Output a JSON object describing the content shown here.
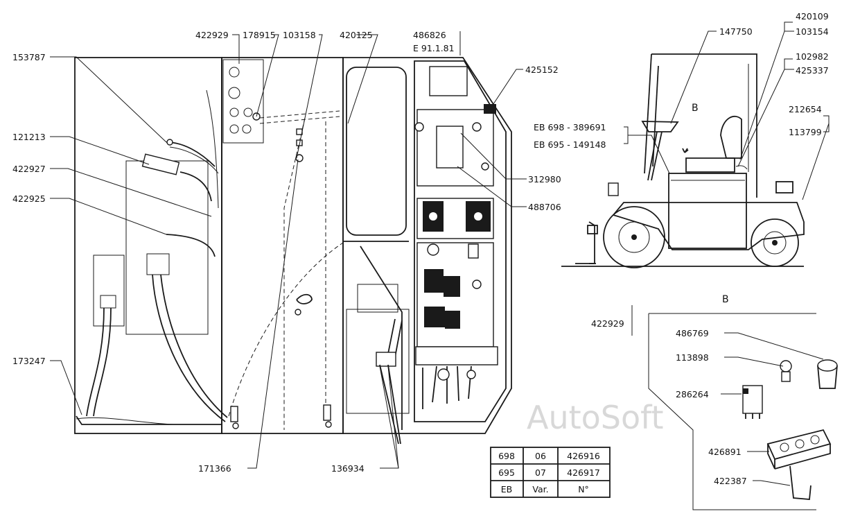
{
  "diagram": {
    "part_labels": [
      "153787",
      "121213",
      "422927",
      "422925",
      "173247",
      "422929",
      "178915",
      "103158",
      "420125",
      "486826",
      "E 91.1.81",
      "425152",
      "312980",
      "488706",
      "171366",
      "136934",
      "147750",
      "420109",
      "103154",
      "102982",
      "425337",
      "212654",
      "113799",
      "EB 698 - 389691",
      "EB 695 - 149148"
    ],
    "detail": {
      "title": "B",
      "truck_callout": "B",
      "part_labels": [
        "422929",
        "486769",
        "113898",
        "286264",
        "426891",
        "422387"
      ]
    },
    "table": {
      "rows": [
        [
          "698",
          "06",
          "426916"
        ],
        [
          "695",
          "07",
          "426917"
        ],
        [
          "EB",
          "Var.",
          "N°"
        ]
      ]
    },
    "watermark": "AutoSoft"
  }
}
